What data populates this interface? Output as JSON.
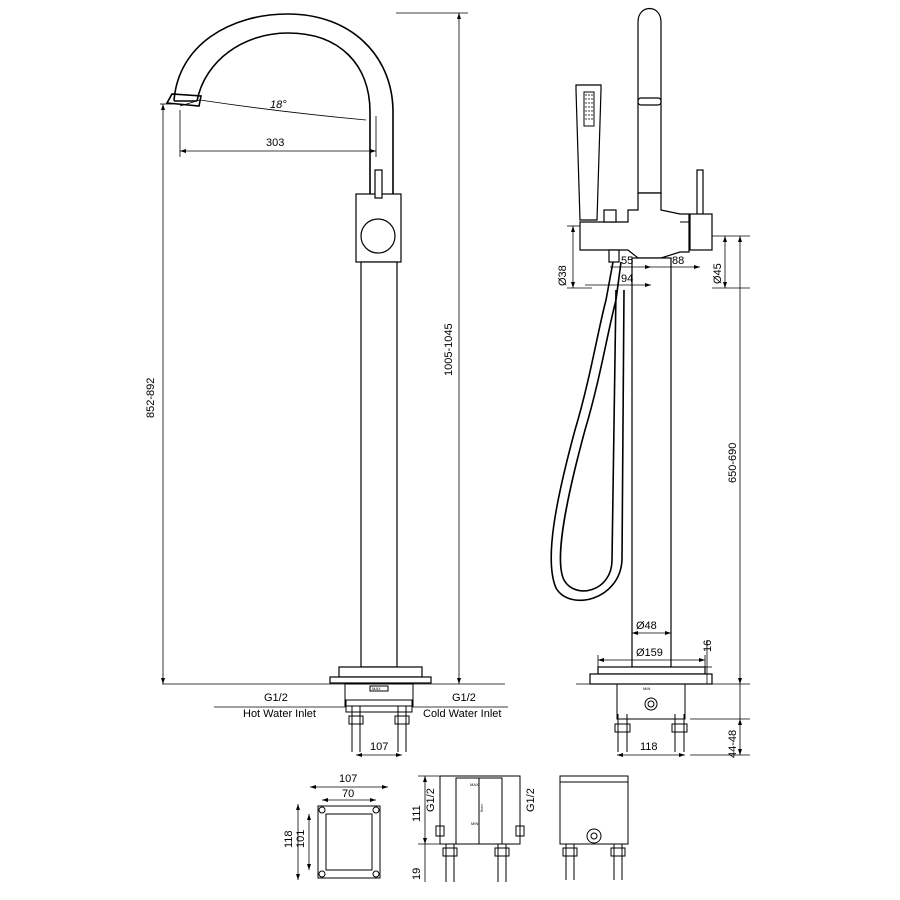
{
  "side_view": {
    "dim_angle": "18°",
    "dim_spout_reach": "303",
    "dim_height_outlet": "852-892",
    "dim_height_total": "1005-1045",
    "hot_inlet_thread": "G1/2",
    "hot_inlet_label": "Hot Water Inlet",
    "cold_inlet_thread": "G1/2",
    "cold_inlet_label": "Cold Water Inlet",
    "dim_box_width": "107"
  },
  "front_view": {
    "dim_hose_connector": "Ø38",
    "dim_55": "55",
    "dim_94": "94",
    "dim_88": "88",
    "dim_lever": "Ø45",
    "dim_body_height": "650-690",
    "dim_column": "Ø48",
    "dim_base": "Ø159",
    "dim_base_thickness": "16",
    "dim_box_width": "118",
    "dim_box_depth": "44-48"
  },
  "rough_in": {
    "top_width_outer": "107",
    "top_width_inner": "70",
    "height_outer": "118",
    "height_inner": "101",
    "side_height": "111",
    "side_leg": "19",
    "thread_left": "G1/2",
    "thread_right": "G1/2",
    "box_mark_max": "MAX",
    "box_mark_min": "MIN",
    "box_mark_scale": "6cm"
  }
}
